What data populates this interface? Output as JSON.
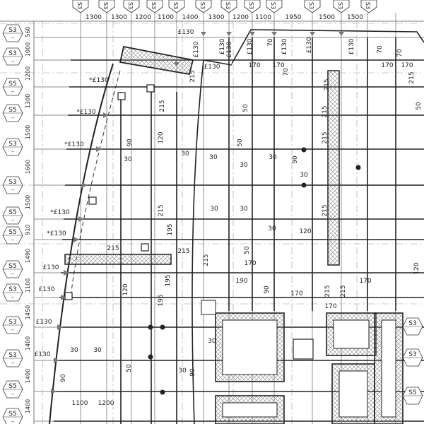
{
  "drawing": {
    "title": "Structural framing plan (partial)",
    "top_axis": {
      "tags": [
        "S3",
        "S3",
        "S3",
        "S3",
        "S3",
        "S3",
        "S3",
        "S3",
        "S3",
        "S3",
        "S3",
        "S3"
      ],
      "dimensions": [
        "1300",
        "1300",
        "1200",
        "1100",
        "1400",
        "1300",
        "1200",
        "1100",
        "1950",
        "1500",
        "1500"
      ]
    },
    "left_axis": {
      "tags": [
        "S3",
        "S3",
        "S5",
        "S5",
        "S3",
        "S3",
        "S5",
        "S5",
        "S5",
        "S3",
        "S3",
        "S3",
        "S5",
        "S5"
      ],
      "dimensions": [
        "560",
        "1000",
        "1200",
        "1300",
        "1500",
        "1600",
        "1500",
        "910",
        "1490",
        "1100",
        "1450",
        "1400",
        "1400",
        "1400"
      ]
    },
    "right_tags": [
      "S3",
      "S3",
      "S5"
    ],
    "bottom_dimensions": [
      "1100",
      "1200"
    ],
    "annotations": [
      "*£130",
      "*£130",
      "*£130",
      "*£130",
      "*£130",
      "£130",
      "£130",
      "£130",
      "£130",
      "£130",
      "£130",
      "£130",
      "£130",
      "£130",
      "£130",
      "£130",
      "£130",
      "£130",
      "170",
      "170",
      "170",
      "170",
      "170",
      "170",
      "170",
      "170",
      "70",
      "70",
      "70",
      "70",
      "215",
      "215",
      "215",
      "215",
      "215",
      "215",
      "215",
      "215",
      "215",
      "215",
      "215",
      "215",
      "215",
      "30",
      "30",
      "30",
      "30",
      "30",
      "30",
      "30",
      "30",
      "30",
      "30",
      "30",
      "30",
      "30",
      "50",
      "50",
      "50",
      "50",
      "50",
      "90",
      "90",
      "90",
      "90",
      "90",
      "120",
      "120",
      "120",
      "120",
      "195",
      "195",
      "195",
      "190"
    ],
    "colors": {
      "line": "#222222",
      "grid": "#555555",
      "hatch": "#888888",
      "background": "#ffffff"
    }
  }
}
